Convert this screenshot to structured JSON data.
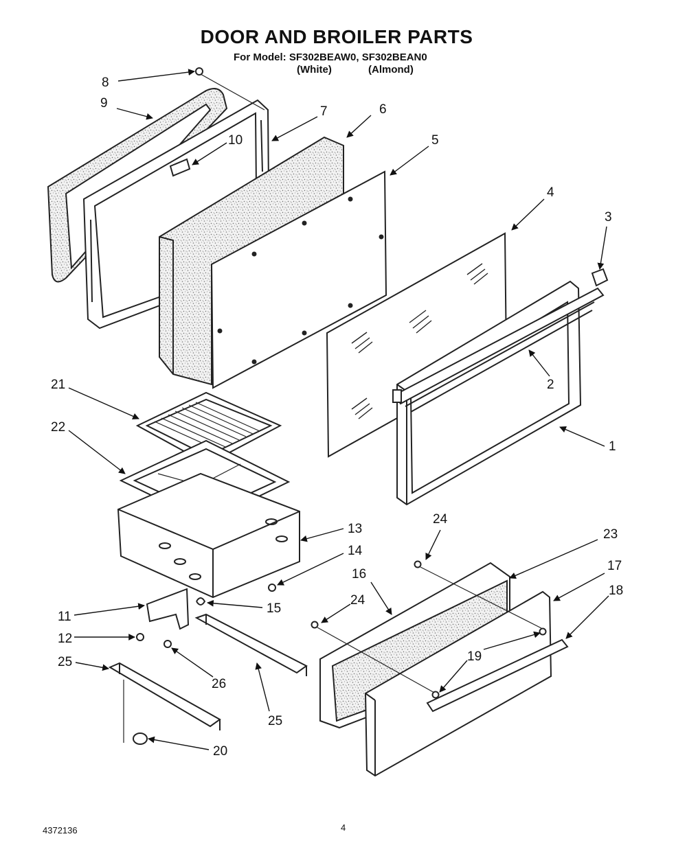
{
  "header": {
    "title": "DOOR AND BROILER PARTS",
    "subtitle": "For Model: SF302BEAW0, SF302BEAN0",
    "variant_white": "(White)",
    "variant_almond": "(Almond)"
  },
  "callouts": {
    "c1": "1",
    "c2": "2",
    "c3": "3",
    "c4": "4",
    "c5": "5",
    "c6": "6",
    "c7": "7",
    "c8": "8",
    "c9": "9",
    "c10": "10",
    "c11": "11",
    "c12": "12",
    "c13": "13",
    "c14": "14",
    "c15": "15",
    "c16": "16",
    "c17": "17",
    "c18": "18",
    "c19": "19",
    "c20": "20",
    "c21": "21",
    "c22": "22",
    "c23": "23",
    "c24a": "24",
    "c24b": "24",
    "c25a": "25",
    "c25b": "25",
    "c26": "26"
  },
  "footer": {
    "doc_number": "4372136",
    "page_number": "4"
  }
}
